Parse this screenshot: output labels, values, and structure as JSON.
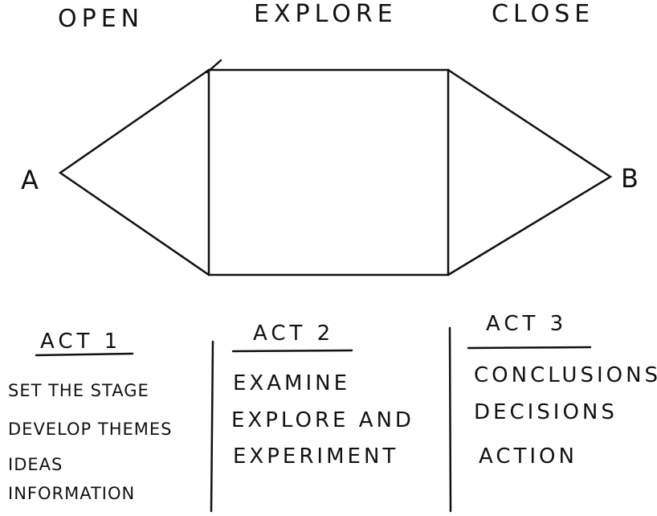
{
  "phases": {
    "open": "OPEN",
    "explore": "EXPLORE",
    "close": "CLOSE"
  },
  "points": {
    "start": "A",
    "end": "B"
  },
  "acts": [
    {
      "title": "ACT 1",
      "lines": [
        "SET THE STAGE",
        "DEVELOP THEMES",
        "IDEAS",
        "INFORMATION"
      ]
    },
    {
      "title": "ACT 2",
      "lines": [
        "EXAMINE",
        "EXPLORE AND",
        "EXPERIMENT"
      ]
    },
    {
      "title": "ACT 3",
      "lines": [
        "CONCLUSIONS",
        "DECISIONS",
        "ACTION"
      ]
    }
  ]
}
